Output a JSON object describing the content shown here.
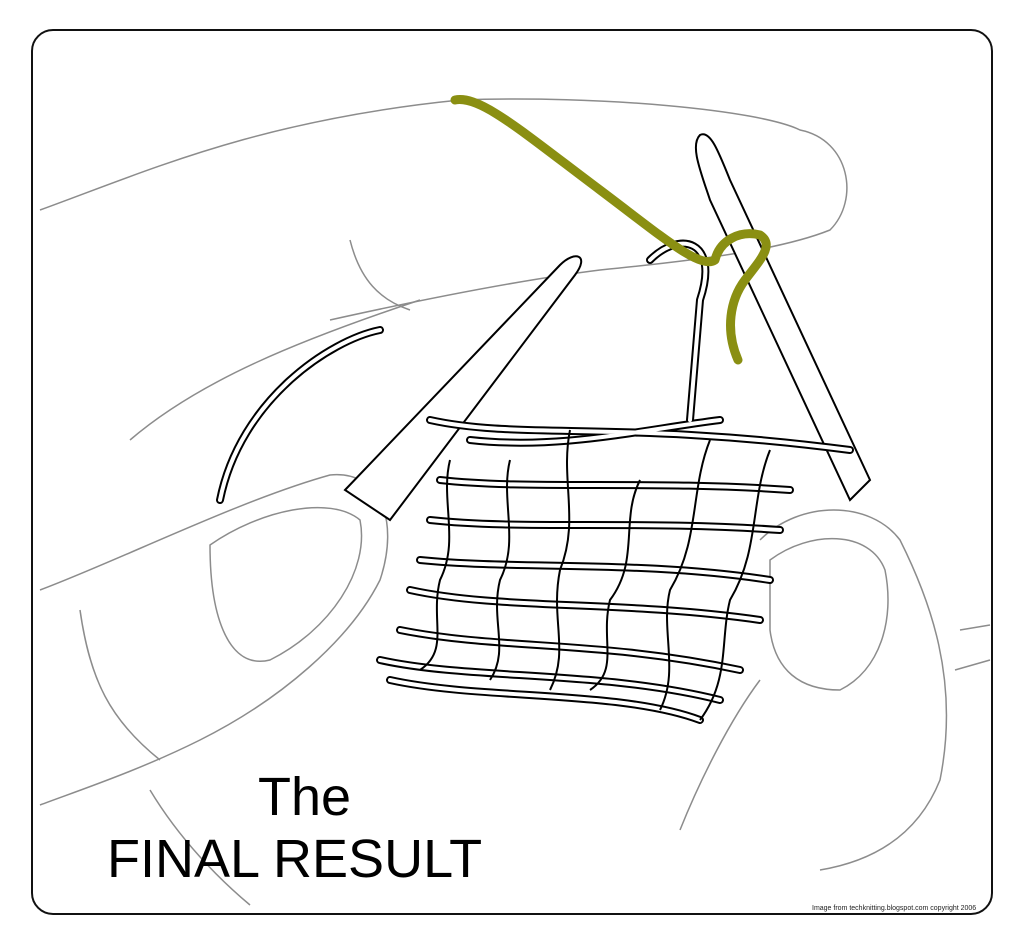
{
  "title_line1": "The",
  "title_line2": "FINAL RESULT",
  "credit": "Image from techknitting.blogspot.com copyright 2006",
  "colors": {
    "yarn": "#8a8f12",
    "outline": "#000000",
    "hand": "#8c8c8c"
  }
}
